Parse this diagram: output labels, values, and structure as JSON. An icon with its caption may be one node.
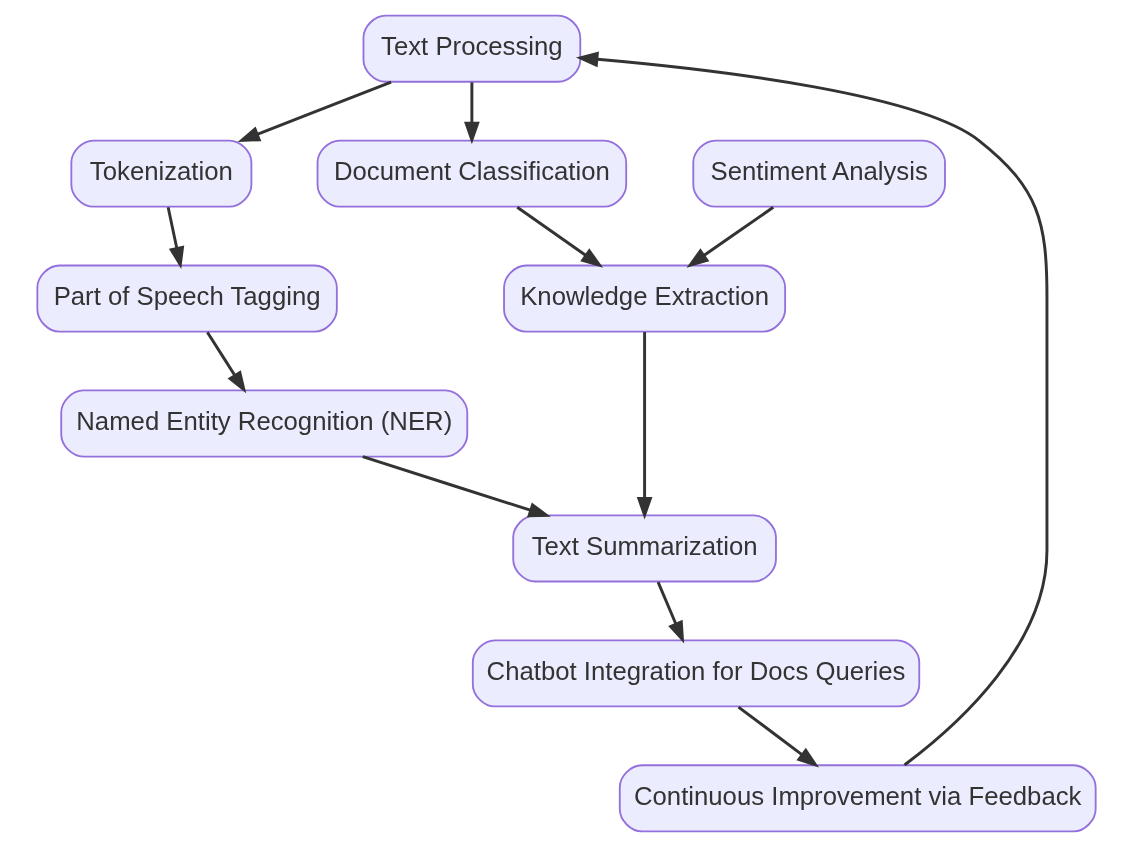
{
  "diagram": {
    "nodes": [
      {
        "text": [
          "Text Processing"
        ]
      },
      {
        "text": [
          "Tokenization"
        ]
      },
      {
        "text": [
          "Document Classification"
        ]
      },
      {
        "text": [
          "Part of Speech Tagging"
        ]
      },
      {
        "text": [
          "Sentiment Analysis"
        ]
      },
      {
        "text": [
          "Named Entity Recognition (NER)"
        ]
      },
      {
        "text": [
          "Knowledge Extraction"
        ]
      },
      {
        "text": [
          "Text Summarization"
        ]
      },
      {
        "text": [
          "Chatbot Integration for Docs Queries"
        ]
      },
      {
        "text": [
          "Continuous Improvement via Feedback"
        ]
      }
    ],
    "edges": [
      {
        "from": 0,
        "to": 1,
        "arrow": "to"
      },
      {
        "from": 0,
        "to": 2,
        "arrow": "to"
      },
      {
        "from": 1,
        "to": 3,
        "arrow": "to"
      },
      {
        "from": 3,
        "to": 5,
        "arrow": "to"
      },
      {
        "from": 2,
        "to": 6,
        "arrow": "to"
      },
      {
        "from": 4,
        "to": 6,
        "arrow": "to"
      },
      {
        "from": 5,
        "to": 7,
        "arrow": "to"
      },
      {
        "from": 6,
        "to": 7,
        "arrow": "to"
      },
      {
        "from": 7,
        "to": 8,
        "arrow": "to"
      },
      {
        "from": 8,
        "to": 9,
        "arrow": "to"
      },
      {
        "from": 9,
        "to": 0,
        "arrow": "to"
      }
    ]
  }
}
